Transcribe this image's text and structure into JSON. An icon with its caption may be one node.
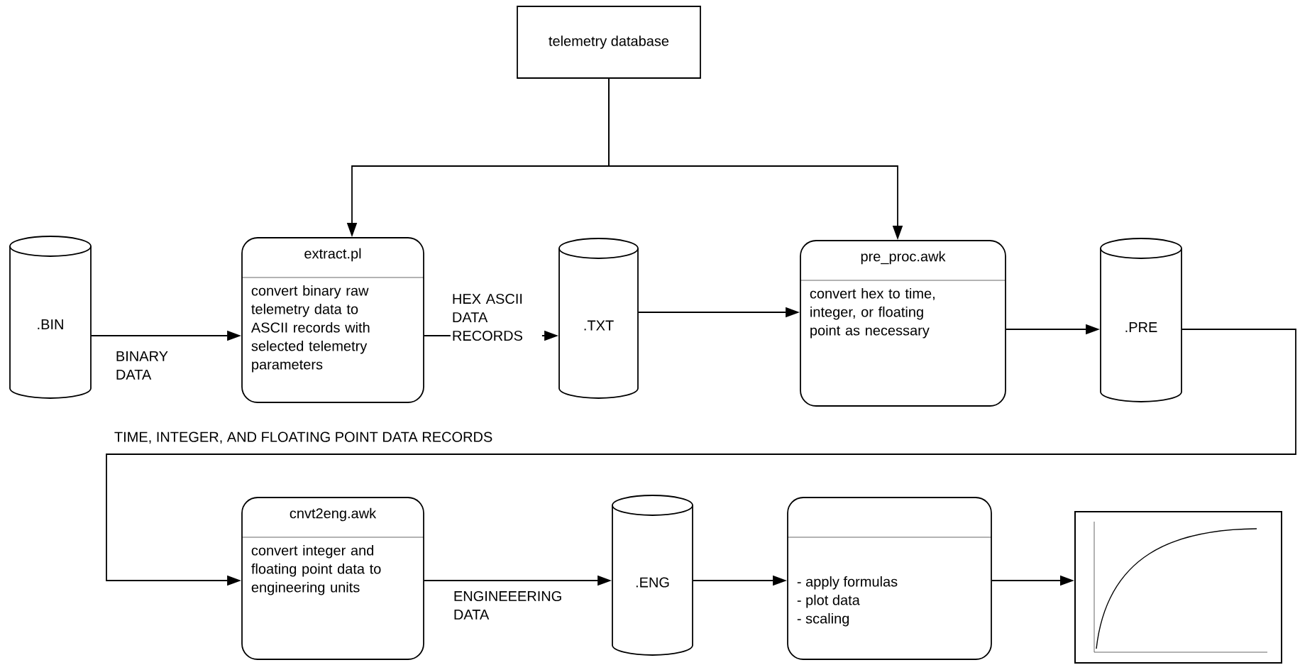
{
  "diagram": {
    "nodes": [
      {
        "text": [
          "telemetry database"
        ]
      },
      {
        "text": [
          ".BIN"
        ]
      },
      {
        "text": [
          "extract.pl",
          "convert binary raw telemetry data to ASCII records with selected telemetry parameters"
        ]
      },
      {
        "text": [
          ".TXT"
        ]
      },
      {
        "text": [
          "pre_proc.awk",
          "convert hex to time, integer, or floating point as necessary"
        ]
      },
      {
        "text": [
          ".PRE"
        ]
      },
      {
        "text": [
          "cnvt2eng.awk",
          "convert integer and floating point data to engineering units"
        ]
      },
      {
        "text": [
          ".ENG"
        ]
      },
      {
        "text": [
          "- apply formulas",
          "- plot data",
          "- scaling"
        ]
      },
      {
        "text": [],
        "shape": "picture"
      }
    ],
    "edges": [
      {
        "from": 0,
        "to": 2,
        "arrow": "to"
      },
      {
        "from": 0,
        "to": 4,
        "arrow": "to"
      },
      {
        "from": 1,
        "to": 2,
        "arrow": "to",
        "label": "BINARY DATA"
      },
      {
        "from": 2,
        "to": 3,
        "arrow": "to",
        "label": "HEX ASCII DATA RECORDS"
      },
      {
        "from": 3,
        "to": 4,
        "arrow": "to"
      },
      {
        "from": 4,
        "to": 5,
        "arrow": "to"
      },
      {
        "from": 5,
        "to": 6,
        "arrow": "to",
        "label": "TIME, INTEGER, AND FLOATING POINT DATA RECORDS"
      },
      {
        "from": 6,
        "to": 7,
        "arrow": "to",
        "label": "ENGINEEERING DATA"
      },
      {
        "from": 7,
        "to": 8,
        "arrow": "to"
      },
      {
        "from": 8,
        "to": 9,
        "arrow": "to"
      }
    ]
  }
}
